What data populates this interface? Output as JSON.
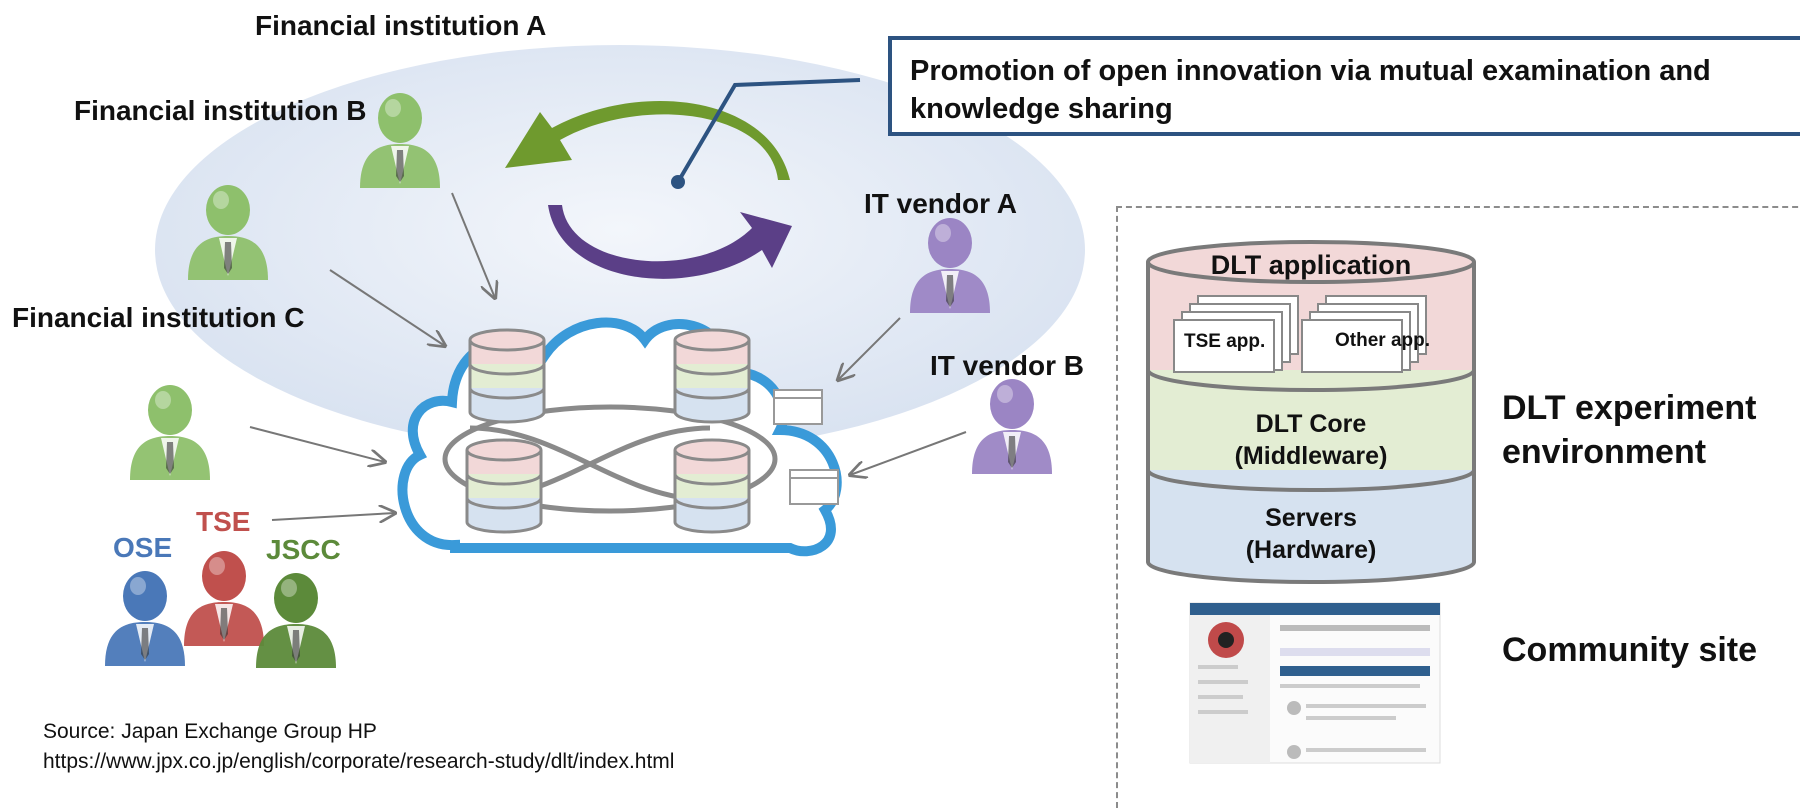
{
  "labels": {
    "fin_a": "Financial institution A",
    "fin_b": "Financial institution B",
    "fin_c": "Financial institution C",
    "vendor_a": "IT vendor A",
    "vendor_b": "IT vendor B",
    "ose": "OSE",
    "tse": "TSE",
    "jscc": "JSCC"
  },
  "promotion": "Promotion of open innovation via mutual examination and knowledge sharing",
  "stack": {
    "application_title": "DLT application",
    "tse_app": "TSE app.",
    "other_app": "Other app.",
    "core_line1": "DLT Core",
    "core_line2": "(Middleware)",
    "servers_line1": "Servers",
    "servers_line2": "(Hardware)"
  },
  "side": {
    "experiment_line1": "DLT experiment",
    "experiment_line2": "environment",
    "community": "Community site"
  },
  "source": {
    "line1": "Source: Japan Exchange Group HP",
    "line2": "https://www.jpx.co.jp/english/corporate/research-study/dlt/index.html"
  },
  "colors": {
    "institution": "#8ec06c",
    "vendor": "#9b85c4",
    "ose": "#4a78b8",
    "tse": "#c0504d",
    "jscc": "#5c8a3a",
    "cloud_border": "#3a9ad9",
    "app_layer": "#f2d8d8",
    "core_layer": "#e3edd3",
    "server_layer": "#d6e2f0",
    "arrow_green": "#6f9a2e",
    "arrow_purple": "#5b3f87",
    "box_border": "#2d5381"
  }
}
